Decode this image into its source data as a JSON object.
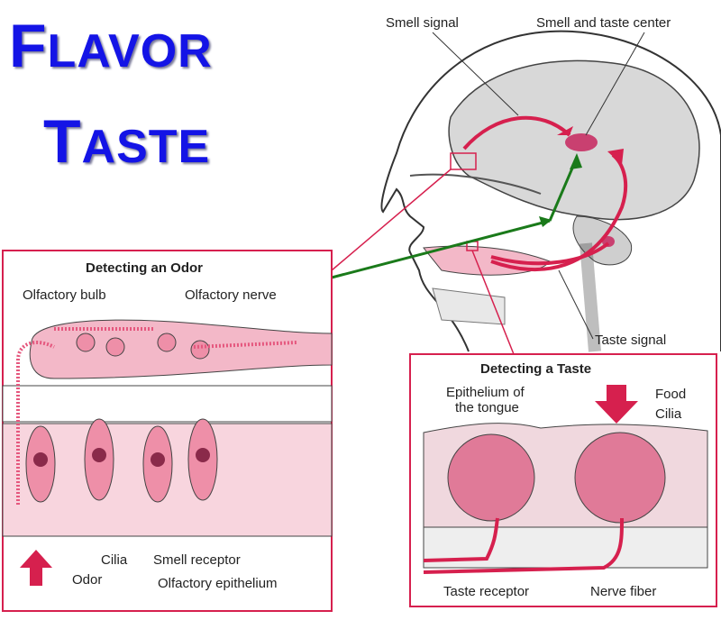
{
  "title": {
    "line1_first": "F",
    "line1_rest": "LAVOR",
    "line2_first": "T",
    "line2_rest": "ASTE"
  },
  "brain_labels": {
    "smell_signal": "Smell signal",
    "center": "Smell and taste center",
    "taste_signal": "Taste signal"
  },
  "odor_panel": {
    "heading": "Detecting an Odor",
    "olfactory_bulb": "Olfactory bulb",
    "olfactory_nerve": "Olfactory nerve",
    "cilia": "Cilia",
    "smell_receptor": "Smell receptor",
    "odor": "Odor",
    "olfactory_epithelium": "Olfactory epithelium"
  },
  "taste_panel": {
    "heading": "Detecting a Taste",
    "epithelium_line1": "Epithelium of",
    "epithelium_line2": "the tongue",
    "food": "Food",
    "cilia": "Cilia",
    "taste_receptor": "Taste receptor",
    "nerve_fiber": "Nerve fiber"
  },
  "colors": {
    "title": "#1414e6",
    "accent": "#d6204e",
    "pointer": "#1a7a1a",
    "tissue": "#f3b8c8"
  }
}
